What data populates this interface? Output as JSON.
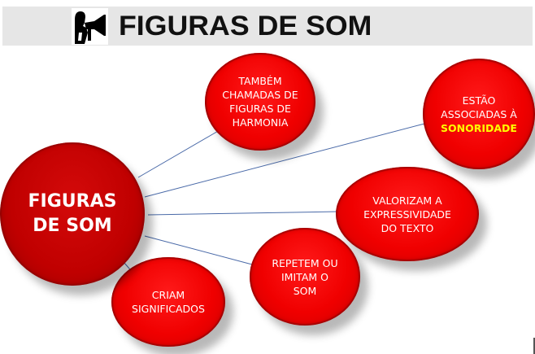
{
  "header": {
    "title": "FIGURAS DE SOM",
    "icon": "megaphone-icon",
    "background": "#e6e6e6"
  },
  "colors": {
    "node_fill": "#f00000",
    "central_fill": "#c00000",
    "node_text": "#ffffff",
    "highlight_text": "#ffff00",
    "connector": "#4a6aa8"
  },
  "central": {
    "line1": "FIGURAS",
    "line2": "DE SOM"
  },
  "nodes": [
    {
      "id": "harmonia",
      "lines": [
        "TAMBÉM",
        "CHAMADAS DE",
        "FIGURAS DE",
        "HARMONIA"
      ]
    },
    {
      "id": "sonoridade",
      "lines": [
        "ESTÃO",
        "ASSOCIADAS À"
      ],
      "highlight": "SONORIDADE"
    },
    {
      "id": "expressividade",
      "lines": [
        "VALORIZAM A",
        "EXPRESSIVIDADE",
        "DO TEXTO"
      ]
    },
    {
      "id": "repetem",
      "lines": [
        "REPETEM OU",
        "IMITAM O",
        "SOM"
      ]
    },
    {
      "id": "criam",
      "lines": [
        "CRIAM",
        "SIGNIFICADOS"
      ]
    }
  ]
}
